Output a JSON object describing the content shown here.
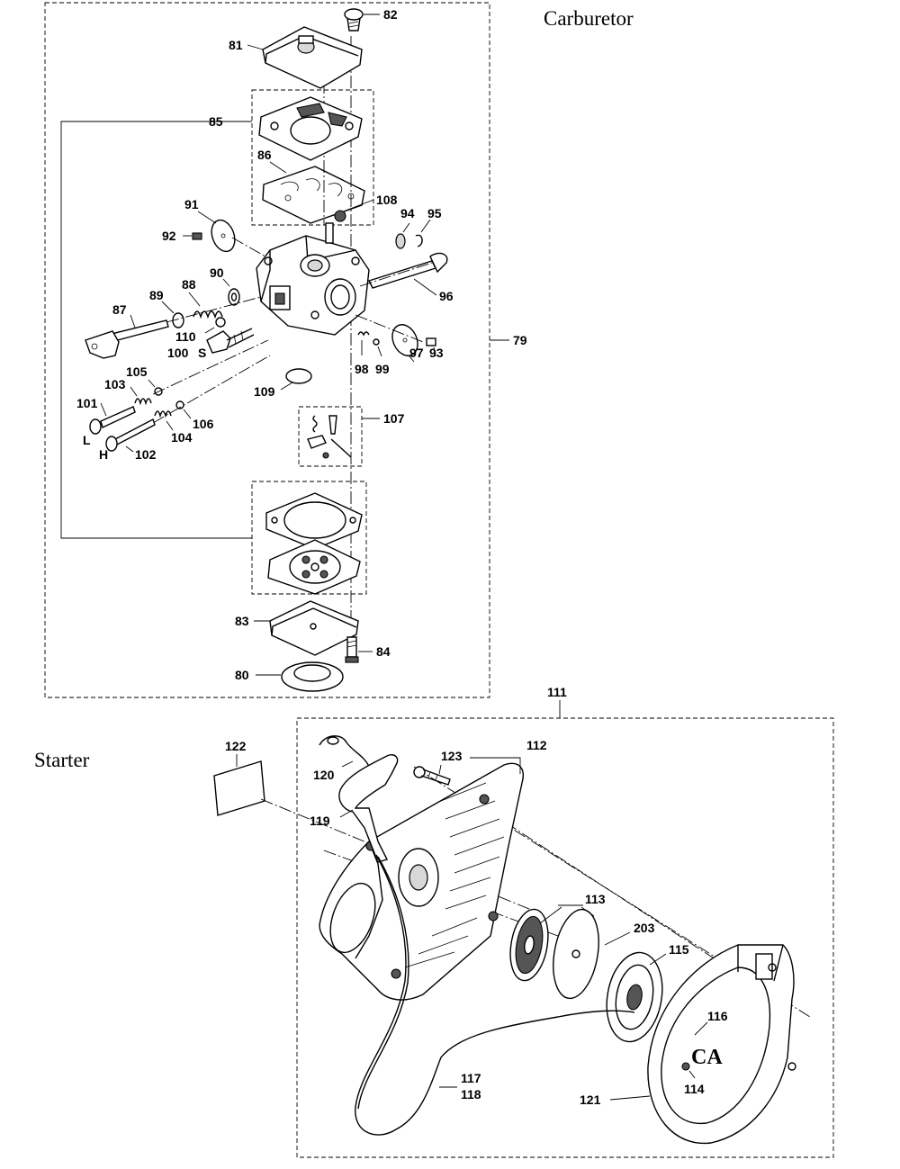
{
  "sections": {
    "carburetor_title": "Carburetor",
    "starter_title": "Starter"
  },
  "callouts": {
    "c79": "79",
    "c80": "80",
    "c81": "81",
    "c82": "82",
    "c83": "83",
    "c84": "84",
    "c85": "85",
    "c86": "86",
    "c87": "87",
    "c88": "88",
    "c89": "89",
    "c90": "90",
    "c91": "91",
    "c92": "92",
    "c93": "93",
    "c94": "94",
    "c95": "95",
    "c96": "96",
    "c97": "97",
    "c98": "98",
    "c99": "99",
    "c100": "100",
    "c101": "101",
    "c102": "102",
    "c103": "103",
    "c104": "104",
    "c105": "105",
    "c106": "106",
    "c107": "107",
    "c108": "108",
    "c109": "109",
    "c110": "110",
    "c111": "111",
    "c112": "112",
    "c113": "113",
    "c114": "114",
    "c115": "115",
    "c116": "116",
    "c117": "117",
    "c118": "118",
    "c119": "119",
    "c120": "120",
    "c121": "121",
    "c122": "122",
    "c123": "123",
    "c203": "203"
  },
  "screw_letters": {
    "s": "S",
    "l": "L",
    "h": "H"
  },
  "cover_marking": "CA"
}
